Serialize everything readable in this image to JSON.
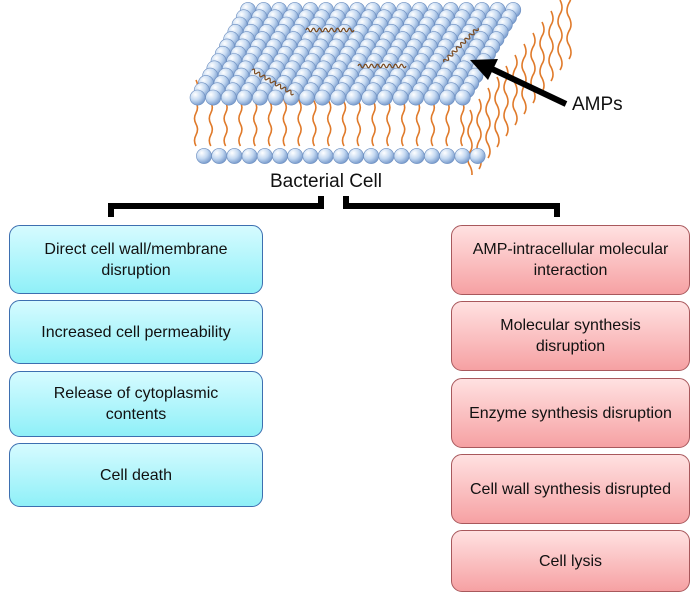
{
  "figure": {
    "amps_label": "AMPs",
    "title": "Bacterial Cell"
  },
  "left_column": {
    "items": [
      "Direct cell wall/membrane disruption",
      "Increased cell permeability",
      "Release of cytoplasmic contents",
      "Cell death"
    ]
  },
  "right_column": {
    "items": [
      "AMP-intracellular molecular interaction",
      "Molecular synthesis disruption",
      "Enzyme synthesis disruption",
      "Cell wall synthesis disrupted",
      "Cell lysis"
    ]
  },
  "colors": {
    "left_box_fill": "#aef4fb",
    "left_box_border": "#3d6fb0",
    "right_box_fill": "#f9b9ba",
    "right_box_border": "#a8585c",
    "lipid_head": "#b7d0ee",
    "lipid_tail": "#e07a2a"
  }
}
